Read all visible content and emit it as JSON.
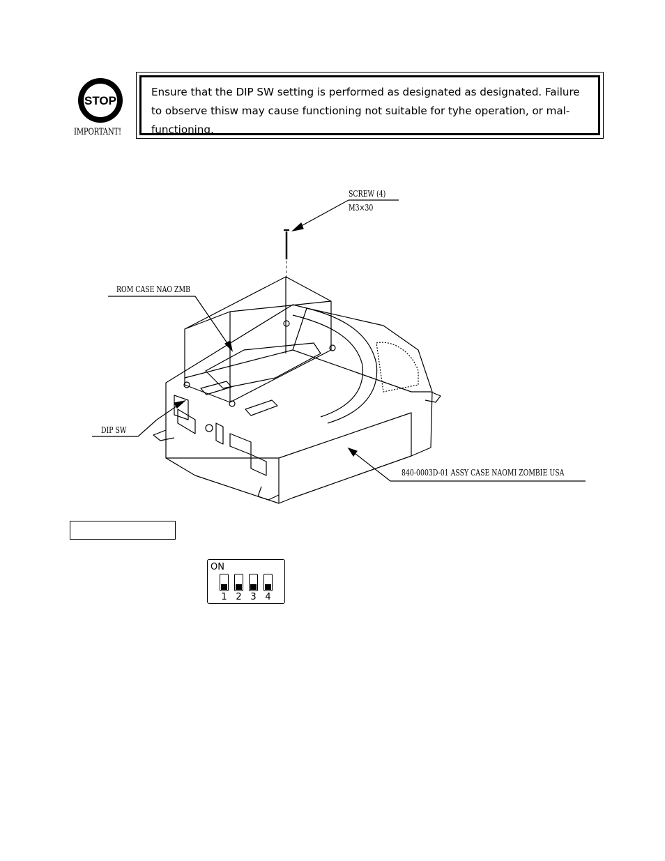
{
  "important": {
    "stop_text": "STOP",
    "label": "IMPORTANT!"
  },
  "warning": {
    "text": "Ensure that the DIP SW setting is performed as designated as designated. Failure to observe thisw may cause functioning not suitable for tyhe operation, or mal-functioning."
  },
  "drawing": {
    "callouts": {
      "screw": "SCREW (4)",
      "screw_size": "M3×30",
      "rom_case": "ROM CASE NAO ZMB",
      "dip_sw": "DIP SW",
      "assy_case": "840-0003D-01 ASSY CASE NAOMI ZOMBIE USA"
    }
  },
  "dip_switch": {
    "on_label": "ON",
    "switches": [
      "1",
      "2",
      "3",
      "4"
    ]
  }
}
